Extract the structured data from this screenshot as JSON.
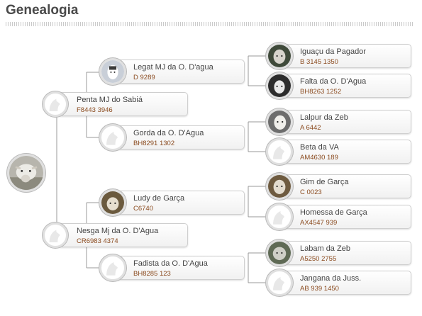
{
  "title": "Genealogia",
  "root": {
    "photo": "cow-photo",
    "icon": "animal-photo"
  },
  "sire": {
    "name": "Penta MJ do Sabiá",
    "reg": "F8443 3946",
    "photo": "placeholder"
  },
  "dam": {
    "name": "Nesga Mj da O. D'Agua",
    "reg": "CR6983 4374",
    "photo": "placeholder"
  },
  "sire_sire": {
    "name": "Legat MJ da O. D'agua",
    "reg": "D 9289",
    "photo": "cow-photo"
  },
  "sire_dam": {
    "name": "Gorda da O. D'Agua",
    "reg": "BH8291 1302",
    "photo": "placeholder"
  },
  "dam_sire": {
    "name": "Ludy de Garça",
    "reg": "C6740",
    "photo": "cow-photo"
  },
  "dam_dam": {
    "name": "Fadista da O. D'Agua",
    "reg": "BH8285 123",
    "photo": "placeholder"
  },
  "gg": [
    {
      "name": "Iguaçu da Pagador",
      "reg": "B 3145 1350",
      "photo": "cow-photo"
    },
    {
      "name": "Falta da O. D'Agua",
      "reg": "BH8263 1252",
      "photo": "cow-photo"
    },
    {
      "name": "Lalpur da Zeb",
      "reg": "A 6442",
      "photo": "cow-photo"
    },
    {
      "name": "Beta da VA",
      "reg": "AM4630 189",
      "photo": "placeholder"
    },
    {
      "name": "Gim de Garça",
      "reg": "C 0023",
      "photo": "cow-photo"
    },
    {
      "name": "Homessa de Garça",
      "reg": "AX4547 939",
      "photo": "placeholder"
    },
    {
      "name": "Labam da Zeb",
      "reg": "A5250 2755",
      "photo": "cow-photo"
    },
    {
      "name": "Jangana da Juss.",
      "reg": "AB 939 1450",
      "photo": "placeholder"
    }
  ]
}
